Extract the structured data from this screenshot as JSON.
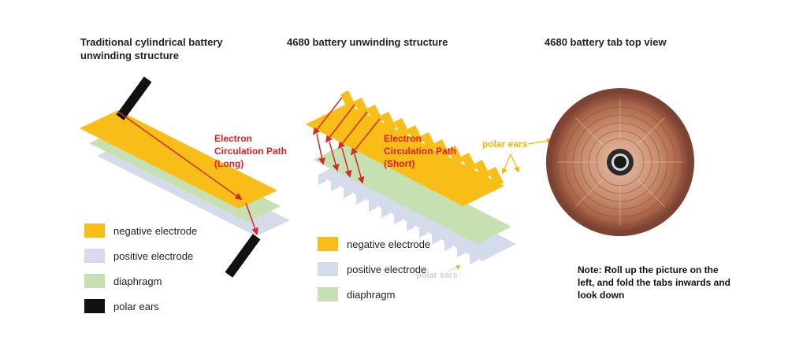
{
  "panels": {
    "left": {
      "title_line1": "Traditional cylindrical battery",
      "title_line2": "unwinding structure",
      "path_label_line1": "Electron",
      "path_label_line2": "Circulation Path",
      "path_label_line3": "(Long)"
    },
    "middle": {
      "title": "4680 battery unwinding structure",
      "path_label_line1": "Electron",
      "path_label_line2": "Circulation Path",
      "path_label_line3": "(Short)",
      "ears_label": "polar ears",
      "watermark": "polar ears"
    },
    "right": {
      "title": "4680 battery tab top view",
      "note_line1": "Note: Roll up the picture on the",
      "note_line2": "left, and fold the tabs inwards and",
      "note_line3": "look down"
    }
  },
  "legend_left": [
    {
      "label": "negative electrode",
      "color": "#f8bd17"
    },
    {
      "label": "positive electrode",
      "color": "#d4dcec"
    },
    {
      "label": "diaphragm",
      "color": "#c6e0b2"
    },
    {
      "label": "polar ears",
      "color": "#111111"
    }
  ],
  "legend_middle": [
    {
      "label": "negative electrode",
      "color": "#f8bd17"
    },
    {
      "label": "positive electrode",
      "color": "#d4dcec"
    },
    {
      "label": "diaphragm",
      "color": "#c6e0b2"
    }
  ],
  "colors": {
    "negative": "#f8bd17",
    "positive": "#d4dcec",
    "diaphragm": "#c6e0b2",
    "ear": "#111111",
    "path": "#d42a2a",
    "copper": "#b97a5c"
  }
}
